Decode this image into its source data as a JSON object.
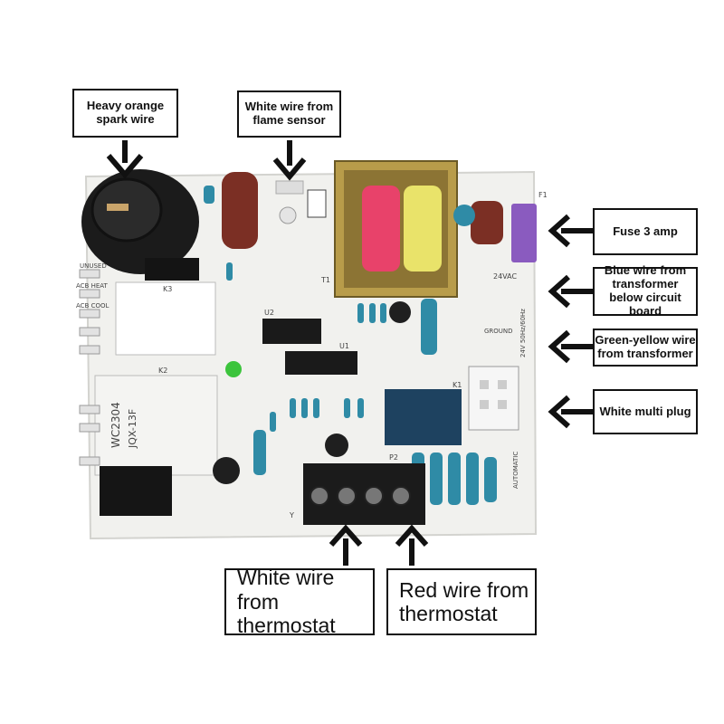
{
  "callouts": {
    "spark_wire": "Heavy orange spark wire",
    "flame_sensor": "White wire from flame sensor",
    "fuse": "Fuse 3 amp",
    "blue_wire": "Blue wire from transformer below circuit board",
    "green_yellow": "Green-yellow wire from transformer",
    "multi_plug": "White multi plug",
    "white_thermostat": "White wire from thermostat",
    "red_thermostat": "Red wire from thermostat"
  },
  "board_labels": {
    "relay_k2_model": "JQX-13F",
    "relay_k2_part": "WC2304",
    "relay_k1": "K1",
    "relay_k2": "K2",
    "relay_k3": "K3",
    "ic_u1": "U1",
    "ic_u2": "U2",
    "transformer": "T1",
    "fuse_label": "F1",
    "ac_24v": "24VAC",
    "ground": "GROUND",
    "rating": "24V 50Hz/60Hz",
    "terminal_p2": "P2",
    "terminal_y": "Y",
    "automatic": "AUTOMATIC",
    "unused": "UNUSED",
    "acb_heat": "ACB HEAT",
    "acb_cool": "ACB COOL"
  },
  "colors": {
    "board": "#f1f1ee",
    "coil_pink": "#e8426a",
    "coil_yellow": "#e9e36a",
    "capacitor_brown": "#7b2f24",
    "resistor_blue": "#2f8ba6",
    "relay_blue": "#1e4260",
    "terminal_black": "#1b1b1b",
    "fuse_purple": "#8a5bbf",
    "led_green": "#3cc43c"
  }
}
